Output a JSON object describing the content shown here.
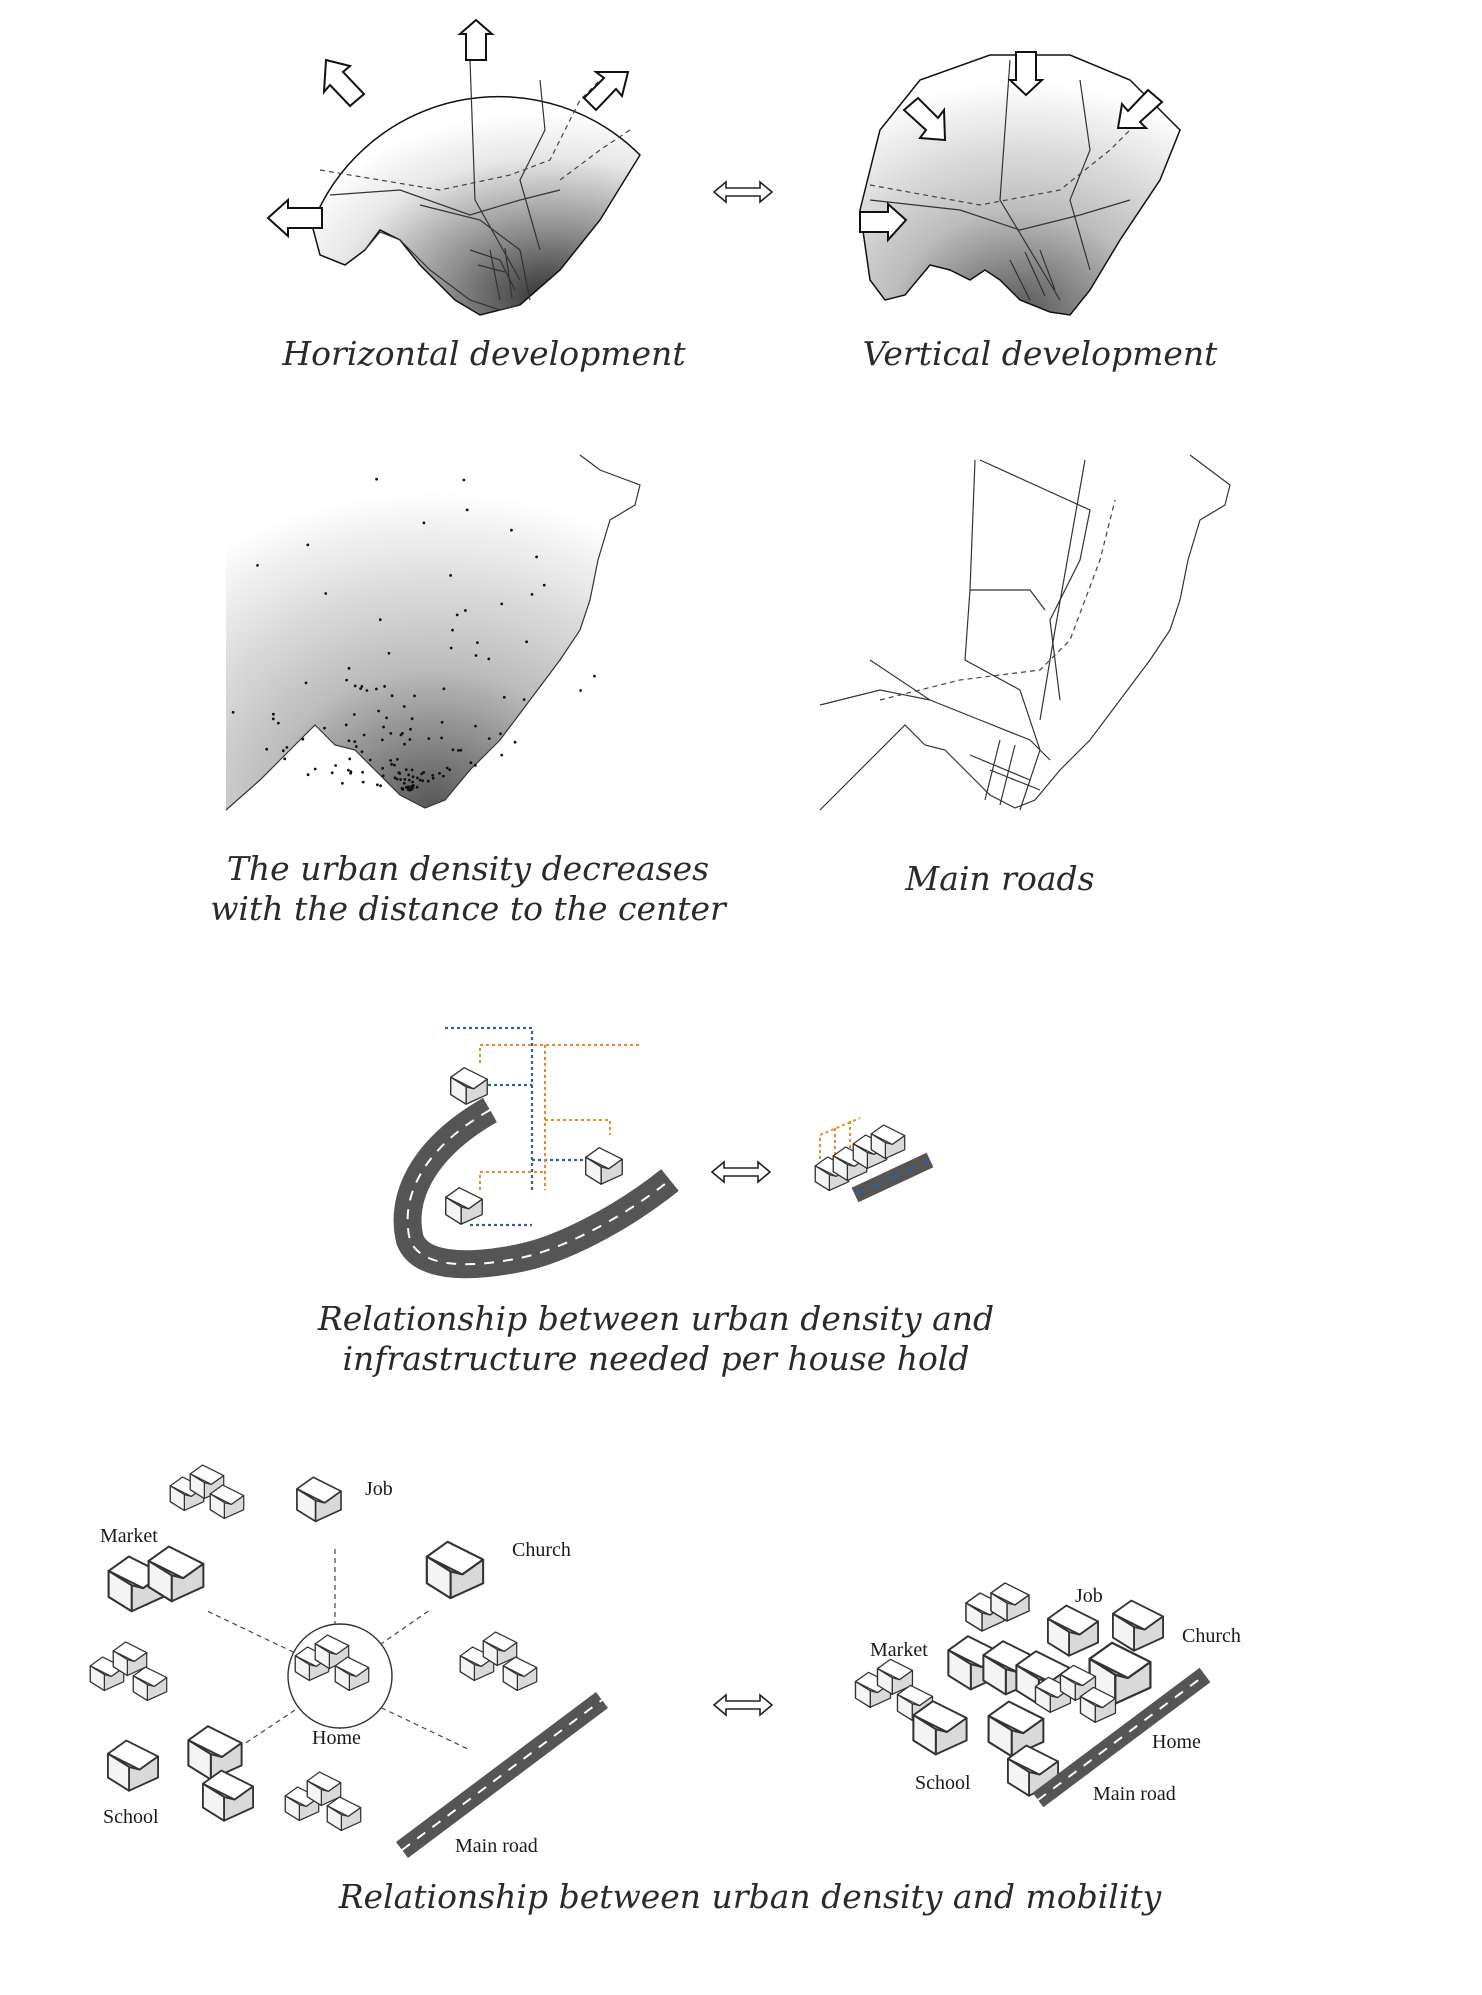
{
  "panels": {
    "horizontal": {
      "caption": "Horizontal development",
      "arrow_icon": "outward-arrow-icon"
    },
    "vertical": {
      "caption": "Vertical development",
      "arrow_icon": "inward-arrow-icon"
    },
    "compare_icon": "double-arrow-icon",
    "density": {
      "caption_line1": "The urban density decreases",
      "caption_line2": "with the distance to the center"
    },
    "roads": {
      "caption": "Main roads"
    },
    "infrastructure": {
      "caption_line1": "Relationship between urban density and",
      "caption_line2": "infrastructure needed per house hold"
    },
    "mobility": {
      "caption": "Relationship between urban density and mobility",
      "sprawl_labels": {
        "market": "Market",
        "job": "Job",
        "church": "Church",
        "home": "Home",
        "school": "School",
        "main_road": "Main road"
      },
      "compact_labels": {
        "market": "Market",
        "job": "Job",
        "church": "Church",
        "home": "Home",
        "school": "School",
        "main_road": "Main road"
      }
    }
  },
  "colors": {
    "water_line": "#e8892b",
    "sewer_line": "#2e5fa8",
    "road": "#555555"
  }
}
